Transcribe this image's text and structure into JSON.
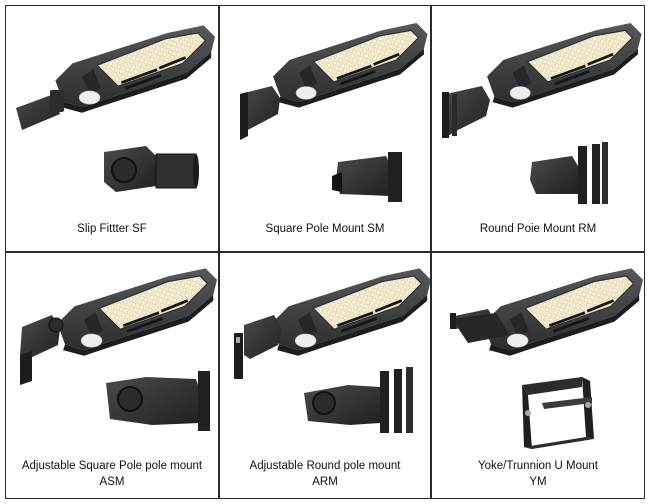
{
  "items": [
    {
      "line1": "Slip Fittter SF",
      "line2": ""
    },
    {
      "line1": "Square Pole Mount SM",
      "line2": ""
    },
    {
      "line1": "Round Poie Mount RM",
      "line2": ""
    },
    {
      "line1": "Adjustable Square Pole pole mount",
      "line2": "ASM"
    },
    {
      "line1": "Adjustable Round pole mount",
      "line2": "ARM"
    },
    {
      "line1": "Yoke/Trunnion U Mount",
      "line2": "YM"
    }
  ],
  "colors": {
    "housing": "#3a3b3d",
    "led_panel": "#efe6c4",
    "sensor": "#e8e8e8",
    "border": "#2a2a2a"
  }
}
